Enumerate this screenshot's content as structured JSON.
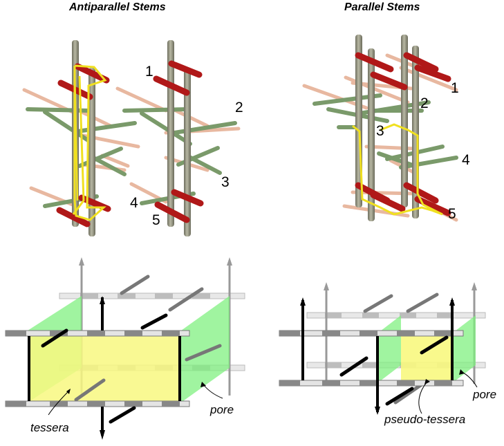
{
  "titles": {
    "left": "Antiparallel Stems",
    "right": "Parallel Stems"
  },
  "strand_labels_left": [
    "1",
    "2",
    "3",
    "4",
    "5"
  ],
  "strand_labels_right": [
    "1",
    "2",
    "3",
    "4",
    "5"
  ],
  "bottom_labels": {
    "tessera": "tessera",
    "pore": "pore",
    "pseudo_tessera": "pseudo-tessera"
  },
  "colors": {
    "stem": "#8e8e7c",
    "strand_green": "#7a9a6a",
    "strand_pink": "#e8b8a0",
    "strand_red": "#b01818",
    "path_yellow": "#f0e020",
    "fill_yellow": "#f8f880",
    "fill_green": "#80f080"
  }
}
